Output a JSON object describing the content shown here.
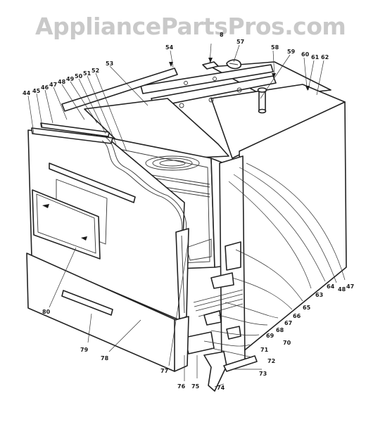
{
  "watermark": "AppliancePartsPros.com",
  "callouts": {
    "c44": "44",
    "c45": "45",
    "c46": "46",
    "c47a": "47",
    "c48a": "48",
    "c49": "49",
    "c50": "50",
    "c51": "51",
    "c52": "52",
    "c53": "53",
    "c54": "54",
    "c55": "8",
    "c57": "57",
    "c58": "58",
    "c59": "59",
    "c60": "60",
    "c61": "61",
    "c62": "62",
    "c63": "63",
    "c64": "64",
    "c65": "65",
    "c66": "66",
    "c67": "67",
    "c68": "68",
    "c69": "69",
    "c70": "70",
    "c71": "71",
    "c72": "72",
    "c73": "73",
    "c74": "74",
    "c75": "75",
    "c76": "76",
    "c77": "77",
    "c78": "78",
    "c79": "79",
    "c80": "80",
    "c47b": "47",
    "c48b": "48"
  }
}
